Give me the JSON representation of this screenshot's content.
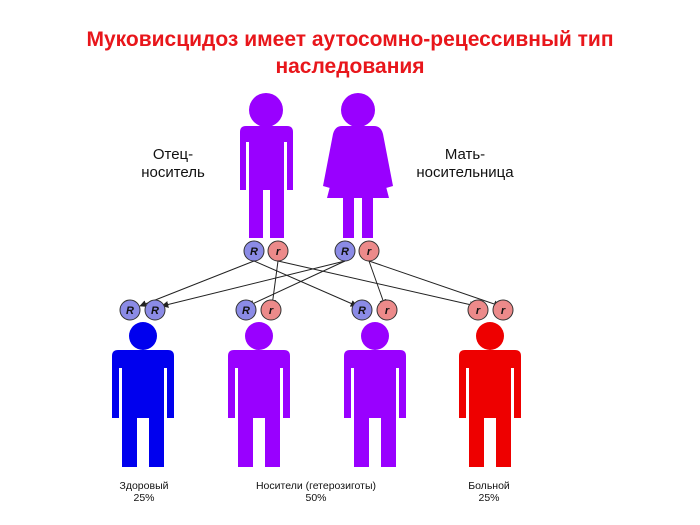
{
  "title": {
    "line1": "Муковисцидоз имеет аутосомно-рецессивный тип",
    "line2": "наследования"
  },
  "parents": {
    "father": {
      "line1": "Отец-",
      "line2": "носитель",
      "color": "#9900ff",
      "alleles": [
        "R",
        "r"
      ]
    },
    "mother": {
      "line1": "Мать-",
      "line2": "носительница",
      "color": "#9900ff",
      "alleles": [
        "R",
        "r"
      ]
    }
  },
  "children": [
    {
      "id": "healthy",
      "label": "Здоровый",
      "percent": "25%",
      "color": "#0000ee",
      "alleles": [
        "R",
        "R"
      ]
    },
    {
      "id": "carrier1",
      "color": "#9900ff",
      "alleles": [
        "R",
        "r"
      ]
    },
    {
      "id": "carrier2",
      "color": "#9900ff",
      "alleles": [
        "R",
        "r"
      ]
    },
    {
      "id": "sick",
      "label": "Больной",
      "percent": "25%",
      "color": "#ee0000",
      "alleles": [
        "r",
        "r"
      ]
    }
  ],
  "carriers_group": {
    "label": "Носители (гетерозиготы)",
    "percent": "50%"
  },
  "allele_colors": {
    "R": "#8b8be6",
    "r": "#ec8a8a"
  }
}
